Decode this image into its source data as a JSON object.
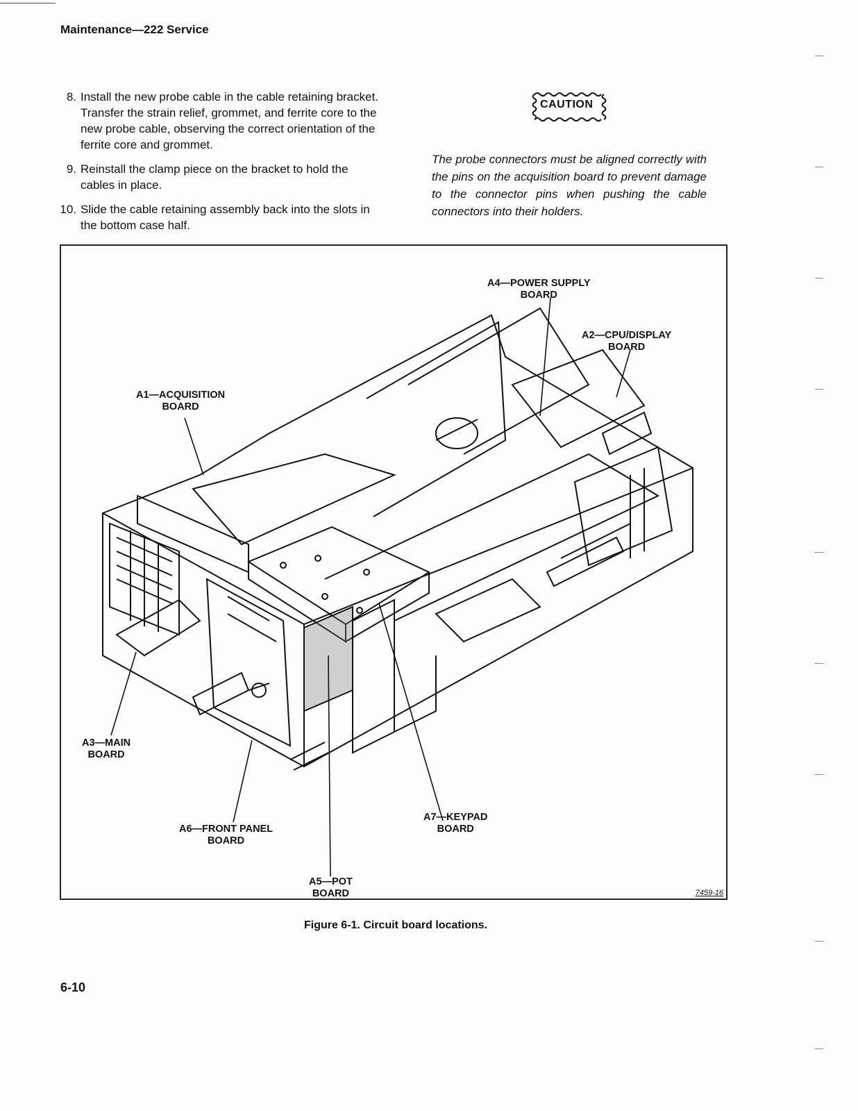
{
  "header": {
    "title": "Maintenance—222 Service"
  },
  "steps": [
    {
      "num": "8.",
      "text": "Install the new probe cable in the cable retaining bracket. Transfer the strain relief, grommet, and ferrite core to the new probe cable, observing the correct orientation of the ferrite core and grommet."
    },
    {
      "num": "9.",
      "text": "Reinstall the clamp piece on the bracket to hold the cables in place."
    },
    {
      "num": "10.",
      "text": "Slide the cable retaining assembly back into the slots in the bottom case half."
    }
  ],
  "caution": {
    "label": "CAUTION",
    "text": "The probe connectors must be aligned correctly with the pins on the acquisition board to prevent damage to the connector pins when pushing the cable connectors into their holders."
  },
  "figure": {
    "labels": {
      "a4": [
        "A4—POWER SUPPLY",
        "BOARD"
      ],
      "a2": [
        "A2—CPU/DISPLAY",
        "BOARD"
      ],
      "a1": [
        "A1—ACQUISITION",
        "BOARD"
      ],
      "a3": [
        "A3—MAIN",
        "BOARD"
      ],
      "a6": [
        "A6—FRONT PANEL",
        "BOARD"
      ],
      "a7": [
        "A7—KEYPAD",
        "BOARD"
      ],
      "a5": [
        "A5—POT",
        "BOARD"
      ]
    },
    "ref": "7459-16",
    "caption": "Figure 6-1. Circuit board locations."
  },
  "footer": {
    "page": "6-10"
  }
}
